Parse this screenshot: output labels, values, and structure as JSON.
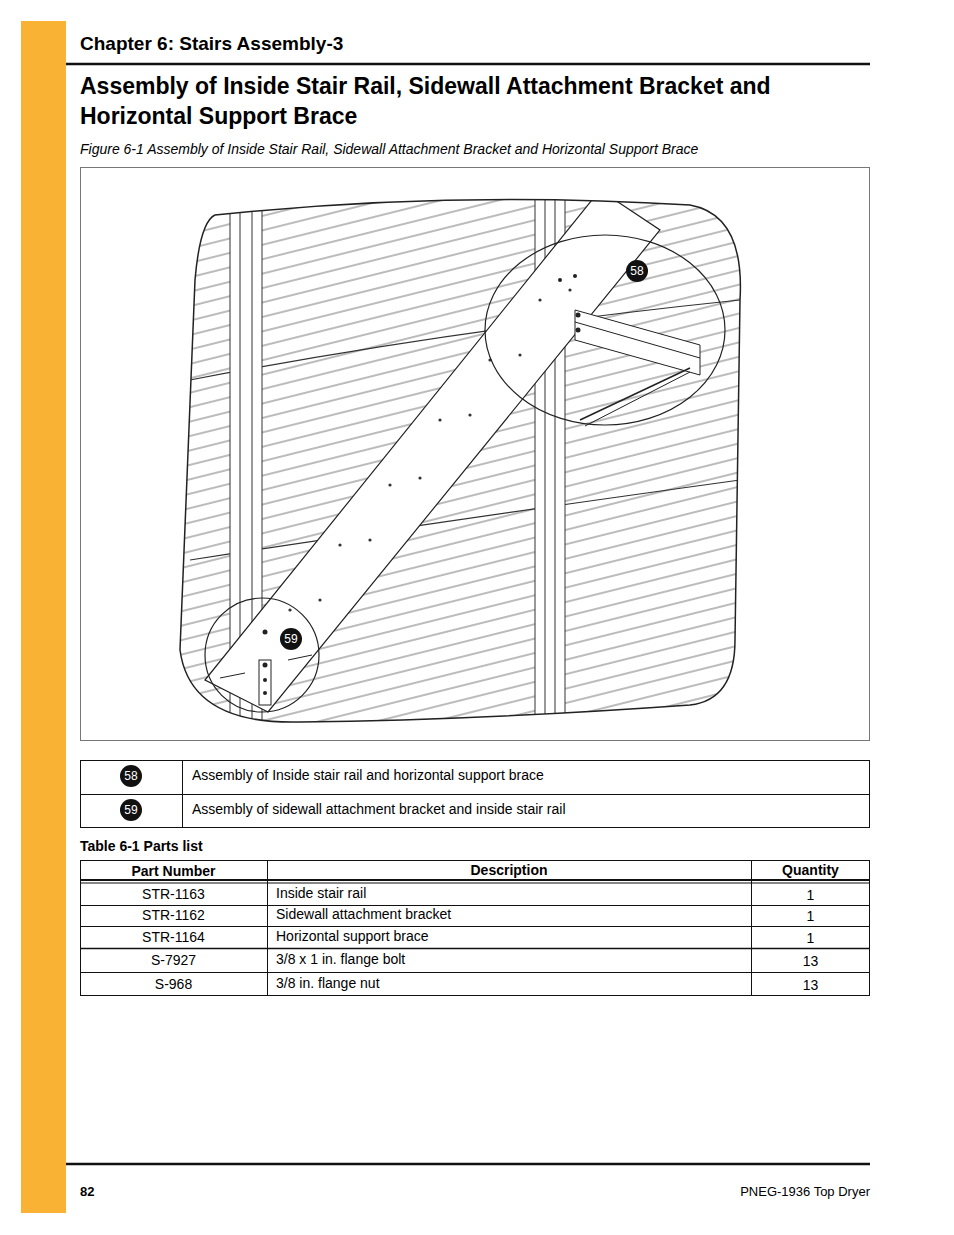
{
  "diagram": {
    "title": "Assembly of Inside Stair Rail, Sidewall Attachment Bracket and Horizontal Support Brace",
    "caption": "Figure 6-1 Assembly of Inside Stair Rail, Sidewall Attachment Bracket and Horizontal Support Brace",
    "labels": [
      "Chapter 6: Stairs Assembly-3",
      "58",
      "59",
      "58",
      "Assembly of Inside stair rail and horizontal support brace",
      "59",
      "Assembly of sidewall attachment bracket and inside stair rail",
      "Table 6-1 Parts list",
      "Part Number",
      "Description",
      "Quantity",
      "STR-1163",
      "Inside stair rail",
      "1",
      "STR-1162",
      "Sidewall attachment bracket",
      "1",
      "STR-1164",
      "Horizontal support brace",
      "1",
      "S-7927",
      "3/8 x 1 in. flange bolt",
      "13",
      "S-968",
      "3/8 in. flange nut",
      "13",
      "82",
      "PNEG-1936 Top Dryer"
    ]
  }
}
